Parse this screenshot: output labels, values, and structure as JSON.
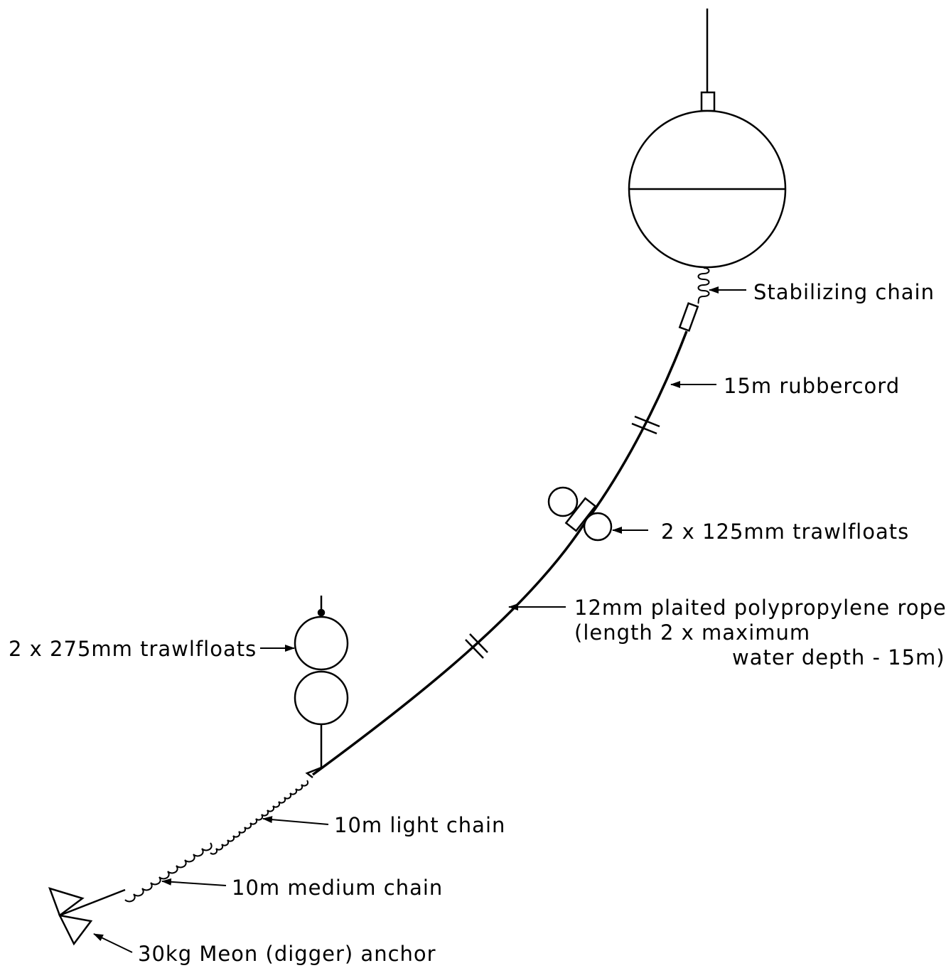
{
  "labels": {
    "stabilizing_chain": "Stabilizing chain",
    "rubbercord": "15m rubbercord",
    "trawlfloats_125": "2 x 125mm trawlfloats",
    "rope_line1": "12mm plaited polypropylene rope",
    "rope_line2": "(length  2 x maximum",
    "rope_line3": "water depth - 15m)",
    "trawlfloats_275": "2 x 275mm trawlfloats",
    "light_chain": "10m light chain",
    "medium_chain": "10m medium chain",
    "anchor": "30kg Meon (digger) anchor"
  }
}
